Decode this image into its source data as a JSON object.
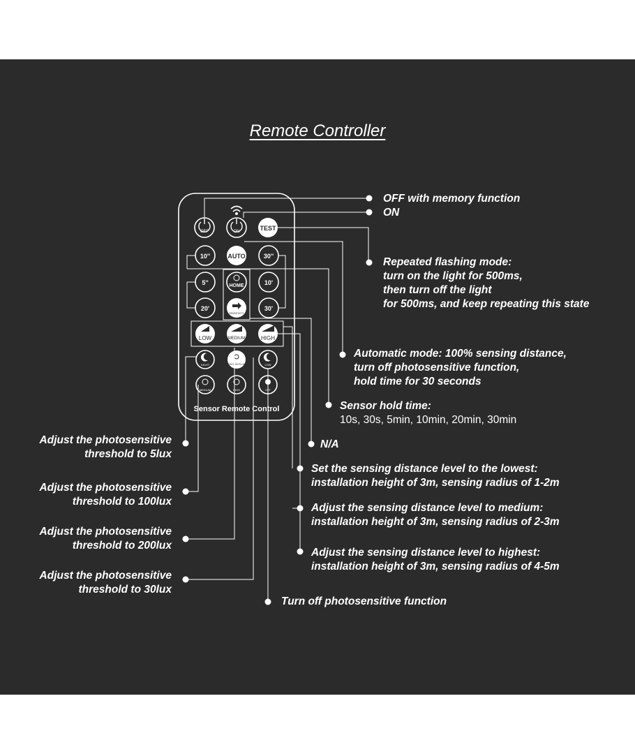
{
  "title": "Remote Controller",
  "remote": {
    "label": "Sensor Remote Control",
    "buttons": {
      "off": "OFF",
      "on": "ON",
      "test": "TEST",
      "t10s": "10''",
      "auto": "AUTO",
      "t30s": "30''",
      "t5m": "5''",
      "home": "HOME",
      "t10m": "10'",
      "t20m": "20'",
      "sensitivity": "SENSITIVITY",
      "t30m": "30'",
      "low": "LOW",
      "medium": "MEDIUM",
      "high": "HIGH",
      "night": "NIGHT",
      "daylight": "DAYLIGHTLUX",
      "lowlux": "LOW",
      "medium_lux": "MEDIUM",
      "high_lux": "HIGH",
      "off_lux": "OFF"
    }
  },
  "annotations": {
    "off_memory": "OFF with memory function",
    "on": "ON",
    "flashing": [
      "Repeated flashing mode:",
      "turn on the light for 500ms,",
      "then turn off the light",
      "for 500ms, and keep repeating this state"
    ],
    "automatic": [
      "Automatic mode: 100% sensing distance,",
      "turn off photosensitive function,",
      "hold time for 30 seconds"
    ],
    "hold_time_title": "Sensor hold time:",
    "hold_time_values": "10s, 30s, 5min, 10min, 20min, 30min",
    "na": "N/A",
    "dist_low": [
      "Set the sensing distance level to the lowest:",
      "installation height of 3m, sensing radius of 1-2m"
    ],
    "dist_medium": [
      "Adjust the sensing distance level to medium:",
      "installation height of 3m, sensing radius of 2-3m"
    ],
    "dist_high": [
      "Adjust the sensing distance level to highest:",
      "installation height of 3m, sensing radius of 4-5m"
    ],
    "photo_off": "Turn off photosensitive function",
    "lux5": [
      "Adjust the photosensitive",
      "threshold to 5lux"
    ],
    "lux100": [
      "Adjust the photosensitive",
      "threshold to 100lux"
    ],
    "lux200": [
      "Adjust the photosensitive",
      "threshold to 200lux"
    ],
    "lux30": [
      "Adjust the photosensitive",
      "threshold to 30lux"
    ]
  }
}
